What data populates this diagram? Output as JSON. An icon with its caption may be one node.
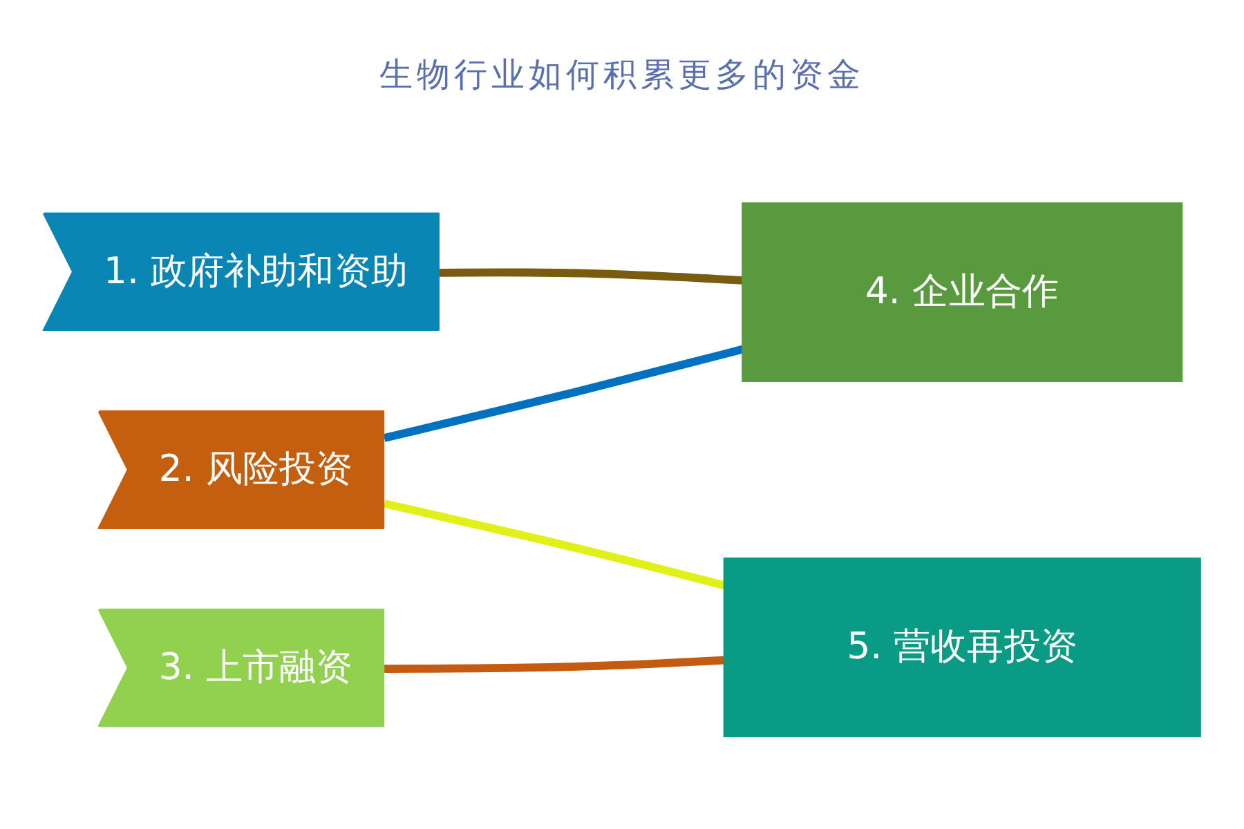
{
  "diagram": {
    "title": "生物行业如何积累更多的资金",
    "nodes": [
      {
        "text": [
          "1. 政府补助和资助"
        ]
      },
      {
        "text": [
          "2. 风险投资"
        ]
      },
      {
        "text": [
          "3. 上市融资"
        ]
      },
      {
        "text": [
          "4. 企业合作"
        ]
      },
      {
        "text": [
          "5. 营收再投资"
        ]
      }
    ],
    "edges": [
      {
        "from": 0,
        "to": 3,
        "arrow": "none",
        "color": "#7a5c10"
      },
      {
        "from": 1,
        "to": 3,
        "arrow": "none",
        "color": "#0070c0"
      },
      {
        "from": 1,
        "to": 4,
        "arrow": "none",
        "color": "#e2f01a"
      },
      {
        "from": 2,
        "to": 4,
        "arrow": "none",
        "color": "#c55a11"
      }
    ]
  }
}
